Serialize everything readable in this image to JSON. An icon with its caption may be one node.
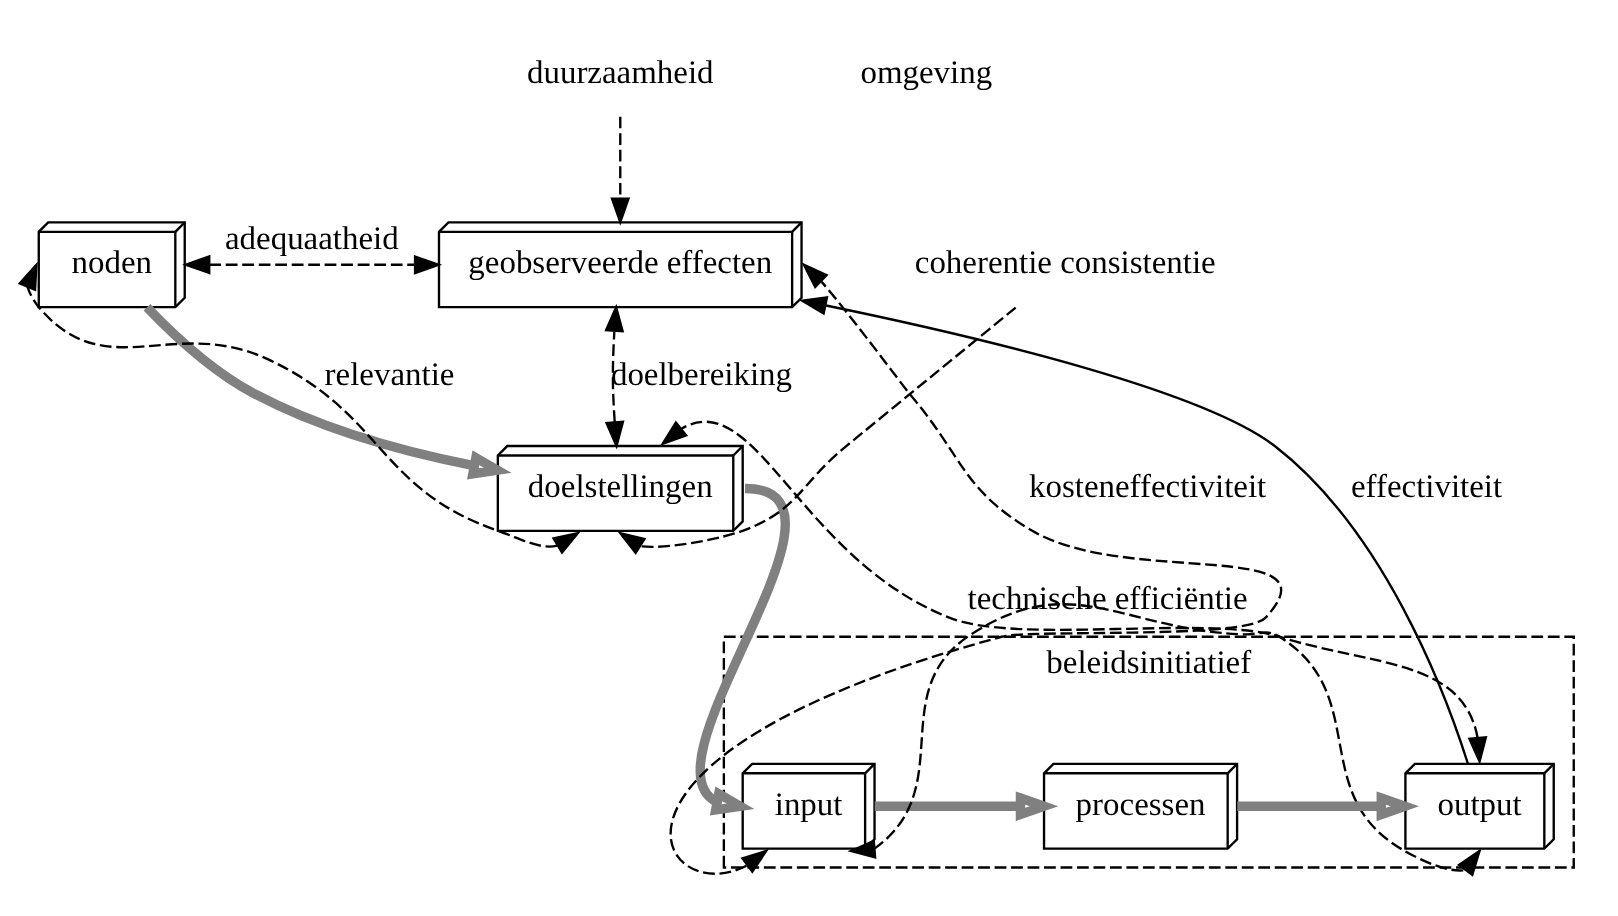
{
  "diagram": {
    "nodes": [
      {
        "text": [
          "noden"
        ]
      },
      {
        "text": [
          "geobserveerde effecten"
        ]
      },
      {
        "text": [
          "doelstellingen"
        ]
      },
      {
        "text": [
          "beleidsinitiatief"
        ]
      },
      {
        "text": [
          "input"
        ],
        "in": 3
      },
      {
        "text": [
          "processen"
        ],
        "in": 3
      },
      {
        "text": [
          "output"
        ],
        "in": 3
      },
      {
        "text": [
          "duurzaamheid"
        ]
      },
      {
        "text": [
          "coherentie consistentie"
        ]
      }
    ],
    "edges": [
      {
        "from": 0,
        "to": 1,
        "arrow": "both",
        "style": "dashed",
        "label": "adequaatheid"
      },
      {
        "from": 2,
        "to": 1,
        "arrow": "both",
        "style": "dashed",
        "label": "doelbereiking"
      },
      {
        "from": 6,
        "to": 2,
        "arrow": "both",
        "style": "dashed"
      },
      {
        "from": 0,
        "to": 2,
        "arrow": "to",
        "style": "thick",
        "color": "#808080"
      },
      {
        "from": 2,
        "to": 4,
        "arrow": "to",
        "style": "thick",
        "color": "#808080"
      },
      {
        "from": 4,
        "to": 5,
        "arrow": "to",
        "style": "thick",
        "color": "#808080"
      },
      {
        "from": 5,
        "to": 6,
        "arrow": "to",
        "style": "thick",
        "color": "#808080"
      },
      {
        "from": 6,
        "to": 1,
        "arrow": "to",
        "label": "effectiviteit"
      },
      {
        "from": 2,
        "to": 0,
        "arrow": "both",
        "style": "dashed",
        "label": "relevantie"
      },
      {
        "from": 8,
        "to": 2,
        "arrow": "to",
        "style": "dashed"
      },
      {
        "from": 4,
        "to": 6,
        "arrow": "both",
        "style": "dashed",
        "label": "technische efficiëntie"
      },
      {
        "from": 4,
        "to": 1,
        "arrow": "both",
        "style": "dashed",
        "label": "kosteneffectiviteit"
      },
      {
        "from": 7,
        "to": 1,
        "arrow": "to",
        "style": "dashed"
      }
    ],
    "labels": [
      "omgeving"
    ]
  }
}
